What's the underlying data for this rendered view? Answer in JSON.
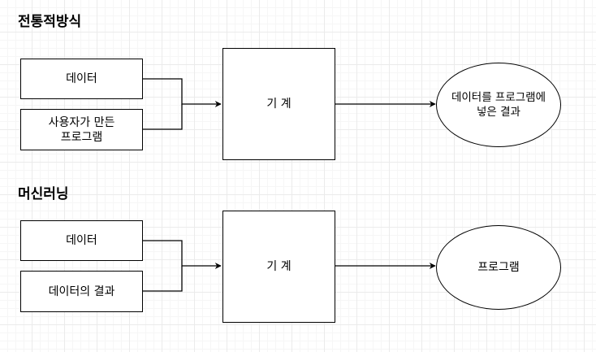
{
  "diagrams": [
    {
      "title": "전통적방식",
      "inputs": [
        "데이터",
        "사용자가 만든\n프로그램"
      ],
      "process": "기 계",
      "output": "데이터를 프로그램에\n넣은 결과"
    },
    {
      "title": "머신러닝",
      "inputs": [
        "데이터",
        "데이터의 결과"
      ],
      "process": "기 계",
      "output": "프로그램"
    }
  ],
  "colors": {
    "stroke": "#000000",
    "fill": "#ffffff",
    "grid": "#ebebeb"
  }
}
